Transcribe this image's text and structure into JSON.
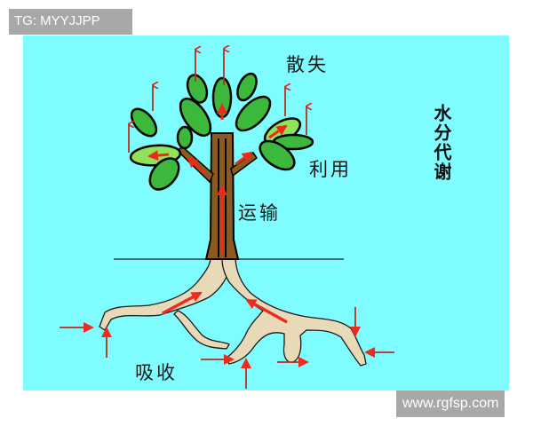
{
  "watermarks": {
    "top_left": "TG: MYYJJPP",
    "bottom_right": "www.rgfsp.com"
  },
  "diagram": {
    "title_vertical": "水分代谢",
    "labels": {
      "loss": "散失",
      "use": "利用",
      "transport": "运输",
      "absorb": "吸收"
    },
    "colors": {
      "background": "#7ffcff",
      "arrow": "#e8271c",
      "arrow_shaft": "#b5311f",
      "leaf": "#3cb83c",
      "leaf_light": "#8fe25a",
      "trunk": "#8a5a1e",
      "root": "#e8d9b8",
      "outline": "#000000"
    }
  }
}
